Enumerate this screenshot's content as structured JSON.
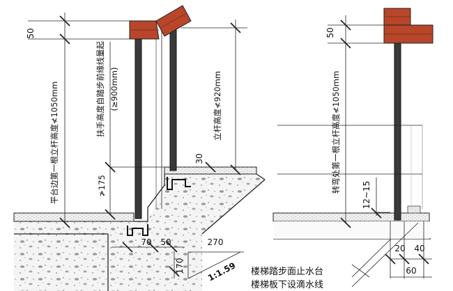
{
  "labels": {
    "platform_first_post_height": "平台边第一根立杆高度≮1050mm",
    "handrail_height": "扶手高度自踏步前缘线量起",
    "handrail_height_min": "(≥900mm)",
    "post_height": "立杆高度≮920mm",
    "turn_first_post_height": "转弯处第一根立杆高度≮1050mm",
    "note_line1": "楼梯踏步面止水台",
    "note_line2": "楼梯板下设滴水线"
  },
  "dimensions": {
    "top_left": "50",
    "top_right": "50",
    "gap_30": "30",
    "gap_175": "≯175",
    "gap_12_15": "12~15",
    "d70": "70",
    "d50": "50",
    "d270": "270",
    "d170": "170",
    "slope": "1:1.59",
    "d20": "20",
    "d40": "40",
    "d60": "60"
  },
  "colors": {
    "brick": "#b7462a",
    "post": "#3a3a3a",
    "concrete": "#f2f2f2"
  }
}
